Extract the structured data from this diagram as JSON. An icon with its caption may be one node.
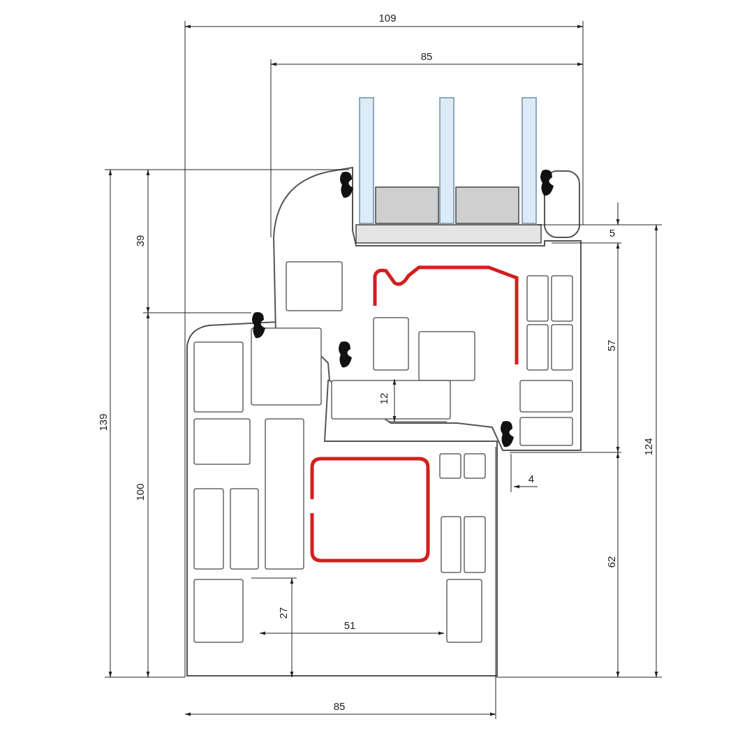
{
  "diagram": {
    "labels": [
      "109",
      "85",
      "39",
      "5",
      "57",
      "139",
      "12",
      "124",
      "4",
      "100",
      "62",
      "27",
      "51",
      "85"
    ]
  }
}
